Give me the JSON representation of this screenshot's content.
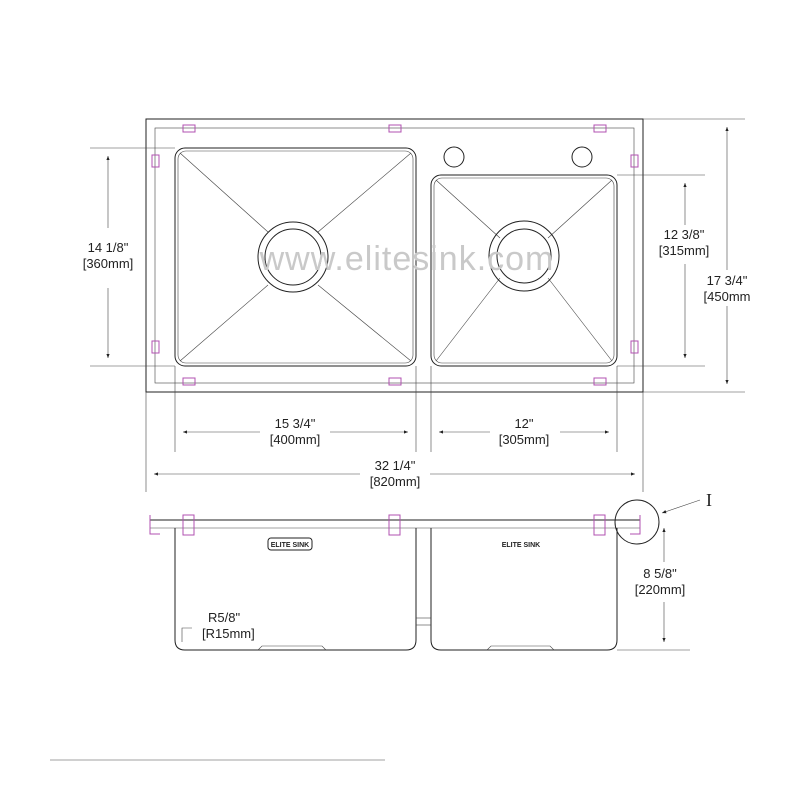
{
  "watermark": "www.elitesink.com",
  "brand_labels": {
    "left_bowl": "ELITE SINK",
    "right_bowl": "ELITE SINK"
  },
  "callout_mark": "I",
  "dimensions": {
    "left_bowl_depth": {
      "imperial": "14 1/8\"",
      "metric": "[360mm]"
    },
    "right_bowl_depth": {
      "imperial": "12 3/8\"",
      "metric": "[315mm]"
    },
    "overall_depth": {
      "imperial": "17 3/4\"",
      "metric": "[450mm"
    },
    "left_bowl_width": {
      "imperial": "15 3/4\"",
      "metric": "[400mm]"
    },
    "right_bowl_width": {
      "imperial": "12\"",
      "metric": "[305mm]"
    },
    "overall_width": {
      "imperial": "32 1/4\"",
      "metric": "[820mm]"
    },
    "bowl_height": {
      "imperial": "8 5/8\"",
      "metric": "[220mm]"
    },
    "corner_radius": {
      "imperial": "R5/8\"",
      "metric": "[R15mm]"
    }
  },
  "colors": {
    "line": "#222222",
    "clip": "#b050b0",
    "watermark": "#c9c9c9"
  }
}
